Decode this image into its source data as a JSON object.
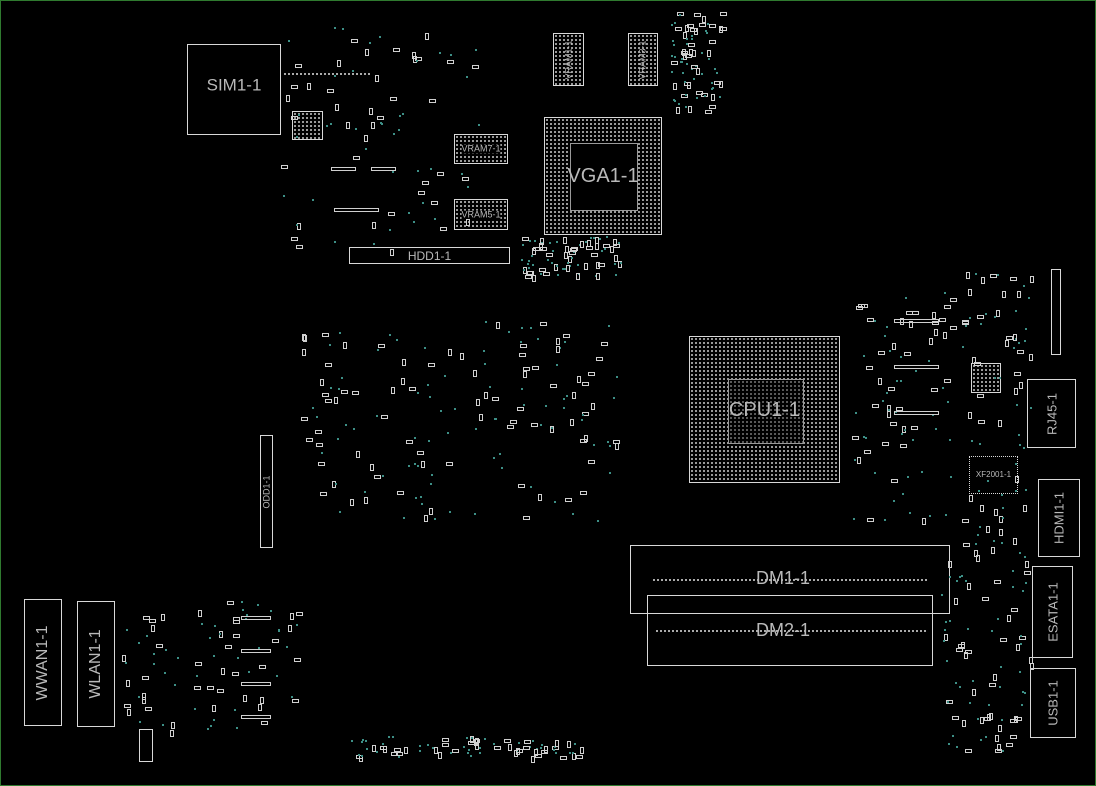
{
  "board": {
    "components": {
      "sim": "SIM1-1",
      "hdd": "HDD1-1",
      "vram1": "VRAM1-1",
      "vram3": "VRAM3-1",
      "vram7": "VRAM7-1",
      "vram5": "VRAM5-1",
      "vga": "VGA1-1",
      "cpu": "CPU1-1",
      "odd": "ODD1-1",
      "dm1": "DM1-1",
      "dm2": "DM2-1",
      "rj45": "RJ45-1",
      "hdmi": "HDMI1-1",
      "esata": "ESATA1-1",
      "usb": "USB1-1",
      "wwan": "WWAN1-1",
      "wlan": "WLAN1-1",
      "xf": "XF2001-1"
    },
    "colors": {
      "outline": "#d8d8d8",
      "border": "#2f7a2f",
      "via": "#3d8f86"
    }
  }
}
